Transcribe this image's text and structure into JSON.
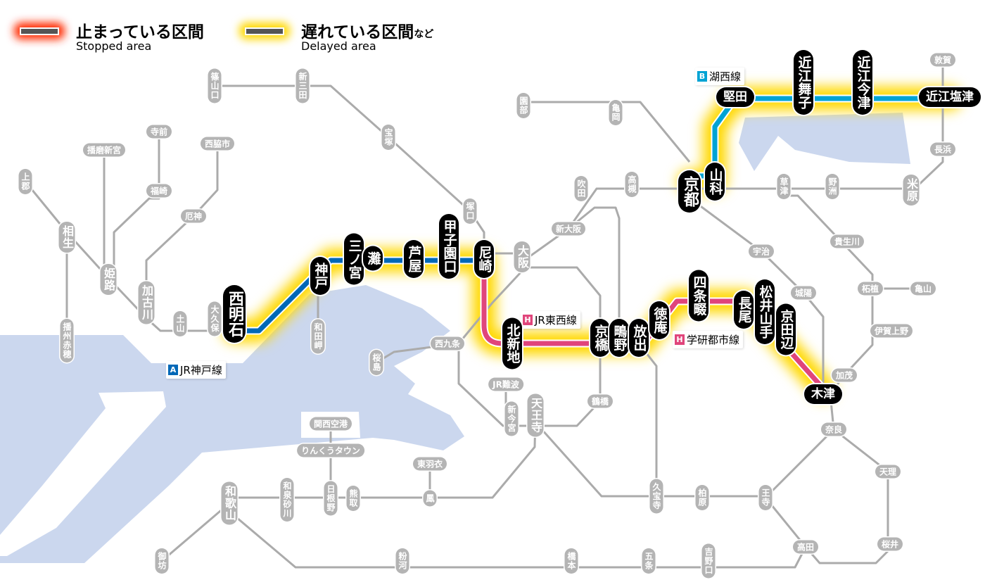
{
  "legend": {
    "stopped": {
      "jp": "止まっている区間",
      "en": "Stopped area",
      "color": "#ff2a00"
    },
    "delayed": {
      "jp": "遅れている区間",
      "suffix": "など",
      "en": "Delayed area",
      "color": "#ffd800"
    }
  },
  "lines": {
    "kobe": {
      "badge": "A",
      "name": "JR神戸線",
      "color": "#0068b7"
    },
    "kosei": {
      "badge": "B",
      "name": "湖西線",
      "color": "#00a3d4"
    },
    "tozai": {
      "badge": "H",
      "name": "JR東西線",
      "color": "#e0457b"
    },
    "gakken": {
      "badge": "H",
      "name": "学研都市線",
      "color": "#e0457b"
    }
  },
  "stations": [
    {
      "name": "西明石",
      "status": "delayed"
    },
    {
      "name": "神戸",
      "status": "delayed"
    },
    {
      "name": "三ノ宮",
      "status": "delayed"
    },
    {
      "name": "灘",
      "status": "delayed"
    },
    {
      "name": "芦屋",
      "status": "delayed"
    },
    {
      "name": "甲子園口",
      "status": "delayed"
    },
    {
      "name": "尼崎",
      "status": "delayed"
    },
    {
      "name": "北新地",
      "status": "delayed"
    },
    {
      "name": "京橋",
      "status": "delayed"
    },
    {
      "name": "鴫野",
      "status": "delayed"
    },
    {
      "name": "放出",
      "status": "delayed"
    },
    {
      "name": "徳庵",
      "status": "delayed"
    },
    {
      "name": "四条畷",
      "status": "delayed"
    },
    {
      "name": "長尾",
      "status": "delayed"
    },
    {
      "name": "松井山手",
      "status": "delayed"
    },
    {
      "name": "京田辺",
      "status": "delayed"
    },
    {
      "name": "木津",
      "status": "delayed"
    },
    {
      "name": "京都",
      "status": "delayed"
    },
    {
      "name": "山科",
      "status": "delayed"
    },
    {
      "name": "堅田",
      "status": "delayed"
    },
    {
      "name": "近江舞子",
      "status": "delayed"
    },
    {
      "name": "近江今津",
      "status": "delayed"
    },
    {
      "name": "近江塩津",
      "status": "delayed"
    },
    {
      "name": "篠山口",
      "status": "normal"
    },
    {
      "name": "新三田",
      "status": "normal"
    },
    {
      "name": "宝塚",
      "status": "normal"
    },
    {
      "name": "園部",
      "status": "normal"
    },
    {
      "name": "亀岡",
      "status": "normal"
    },
    {
      "name": "敦賀",
      "status": "normal"
    },
    {
      "name": "長浜",
      "status": "normal"
    },
    {
      "name": "米原",
      "status": "normal"
    },
    {
      "name": "野洲",
      "status": "normal"
    },
    {
      "name": "草津",
      "status": "normal"
    },
    {
      "name": "高槻",
      "status": "normal"
    },
    {
      "name": "吹田",
      "status": "normal"
    },
    {
      "name": "新大阪",
      "status": "normal"
    },
    {
      "name": "大阪",
      "status": "normal"
    },
    {
      "name": "塚口",
      "status": "normal"
    },
    {
      "name": "宇治",
      "status": "normal"
    },
    {
      "name": "城陽",
      "status": "normal"
    },
    {
      "name": "貴生川",
      "status": "normal"
    },
    {
      "name": "柘植",
      "status": "normal"
    },
    {
      "name": "亀山",
      "status": "normal"
    },
    {
      "name": "伊賀上野",
      "status": "normal"
    },
    {
      "name": "加茂",
      "status": "normal"
    },
    {
      "name": "奈良",
      "status": "normal"
    },
    {
      "name": "天理",
      "status": "normal"
    },
    {
      "name": "桜井",
      "status": "normal"
    },
    {
      "name": "高田",
      "status": "normal"
    },
    {
      "name": "王寺",
      "status": "normal"
    },
    {
      "name": "柏原",
      "status": "normal"
    },
    {
      "name": "久宝寺",
      "status": "normal"
    },
    {
      "name": "吉野口",
      "status": "normal"
    },
    {
      "name": "五条",
      "status": "normal"
    },
    {
      "name": "橋本",
      "status": "normal"
    },
    {
      "name": "粉河",
      "status": "normal"
    },
    {
      "name": "御坊",
      "status": "normal"
    },
    {
      "name": "和歌山",
      "status": "normal"
    },
    {
      "name": "和泉砂川",
      "status": "normal"
    },
    {
      "name": "日根野",
      "status": "normal"
    },
    {
      "name": "熊取",
      "status": "normal"
    },
    {
      "name": "鳳",
      "status": "normal"
    },
    {
      "name": "東羽衣",
      "status": "normal"
    },
    {
      "name": "りんくうタウン",
      "status": "normal"
    },
    {
      "name": "関西空港",
      "status": "normal"
    },
    {
      "name": "天王寺",
      "status": "normal"
    },
    {
      "name": "新今宮",
      "status": "normal"
    },
    {
      "name": "JR難波",
      "status": "normal"
    },
    {
      "name": "鶴橋",
      "status": "normal"
    },
    {
      "name": "西九条",
      "status": "normal"
    },
    {
      "name": "桜島",
      "status": "normal"
    },
    {
      "name": "和田岬",
      "status": "normal"
    },
    {
      "name": "大久保",
      "status": "normal"
    },
    {
      "name": "土山",
      "status": "normal"
    },
    {
      "name": "加古川",
      "status": "normal"
    },
    {
      "name": "厄神",
      "status": "normal"
    },
    {
      "name": "西脇市",
      "status": "normal"
    },
    {
      "name": "福崎",
      "status": "normal"
    },
    {
      "name": "寺前",
      "status": "normal"
    },
    {
      "name": "播磨新宮",
      "status": "normal"
    },
    {
      "name": "上郡",
      "status": "normal"
    },
    {
      "name": "相生",
      "status": "normal"
    },
    {
      "name": "姫路",
      "status": "normal"
    },
    {
      "name": "播州赤穂",
      "status": "normal"
    }
  ]
}
